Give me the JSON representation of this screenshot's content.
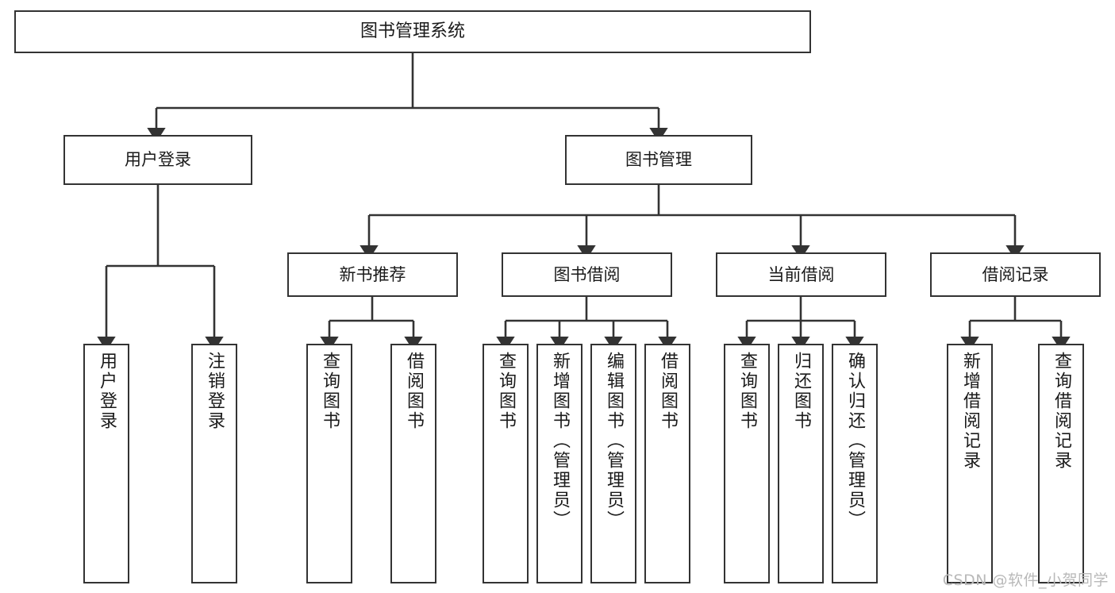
{
  "diagram": {
    "title": "图书管理系统",
    "type": "tree",
    "watermark": "CSDN @软件_小贺同学",
    "colors": {
      "box_border": "#333333",
      "box_fill": "#ffffff",
      "edge": "#333333",
      "text": "#1a1a1a",
      "watermark": "#b9b9b9",
      "background": "#ffffff"
    },
    "root": {
      "label": "图书管理系统"
    },
    "level2": [
      {
        "label": "用户登录"
      },
      {
        "label": "图书管理"
      }
    ],
    "level3": [
      {
        "label": "新书推荐"
      },
      {
        "label": "图书借阅"
      },
      {
        "label": "当前借阅"
      },
      {
        "label": "借阅记录"
      }
    ],
    "leaves": {
      "user_login": [
        {
          "label": "用户登录"
        },
        {
          "label": "注销登录"
        }
      ],
      "new_book_recommend": [
        {
          "label": "查询图书"
        },
        {
          "label": "借阅图书"
        }
      ],
      "book_borrow": [
        {
          "label": "查询图书"
        },
        {
          "label": "新增图书（管理员）"
        },
        {
          "label": "编辑图书（管理员）"
        },
        {
          "label": "借阅图书"
        }
      ],
      "current_borrow": [
        {
          "label": "查询图书"
        },
        {
          "label": "归还图书"
        },
        {
          "label": "确认归还（管理员）"
        }
      ],
      "borrow_record": [
        {
          "label": "新增借阅记录"
        },
        {
          "label": "查询借阅记录"
        }
      ]
    }
  }
}
